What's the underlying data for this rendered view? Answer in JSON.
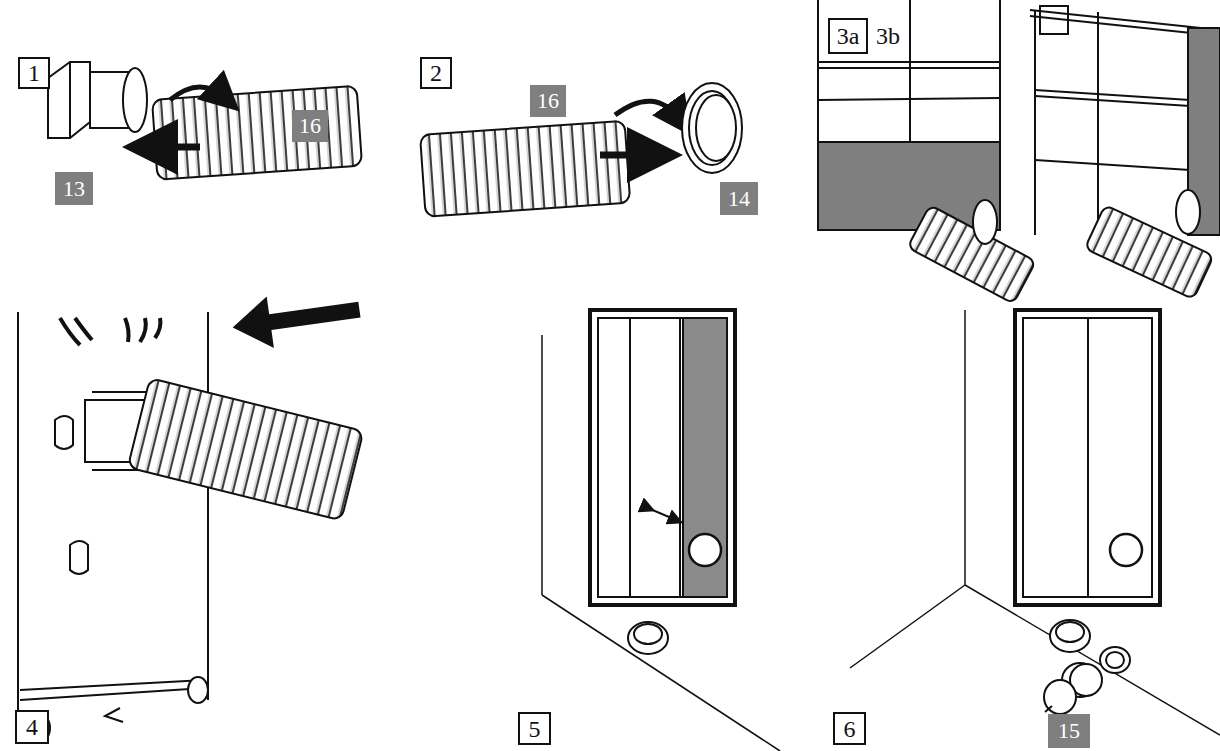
{
  "diagram": {
    "labels": [
      "1",
      "13",
      "16",
      "2",
      "16",
      "14",
      "3a",
      "3b",
      "4",
      "5",
      "6",
      "15"
    ]
  }
}
